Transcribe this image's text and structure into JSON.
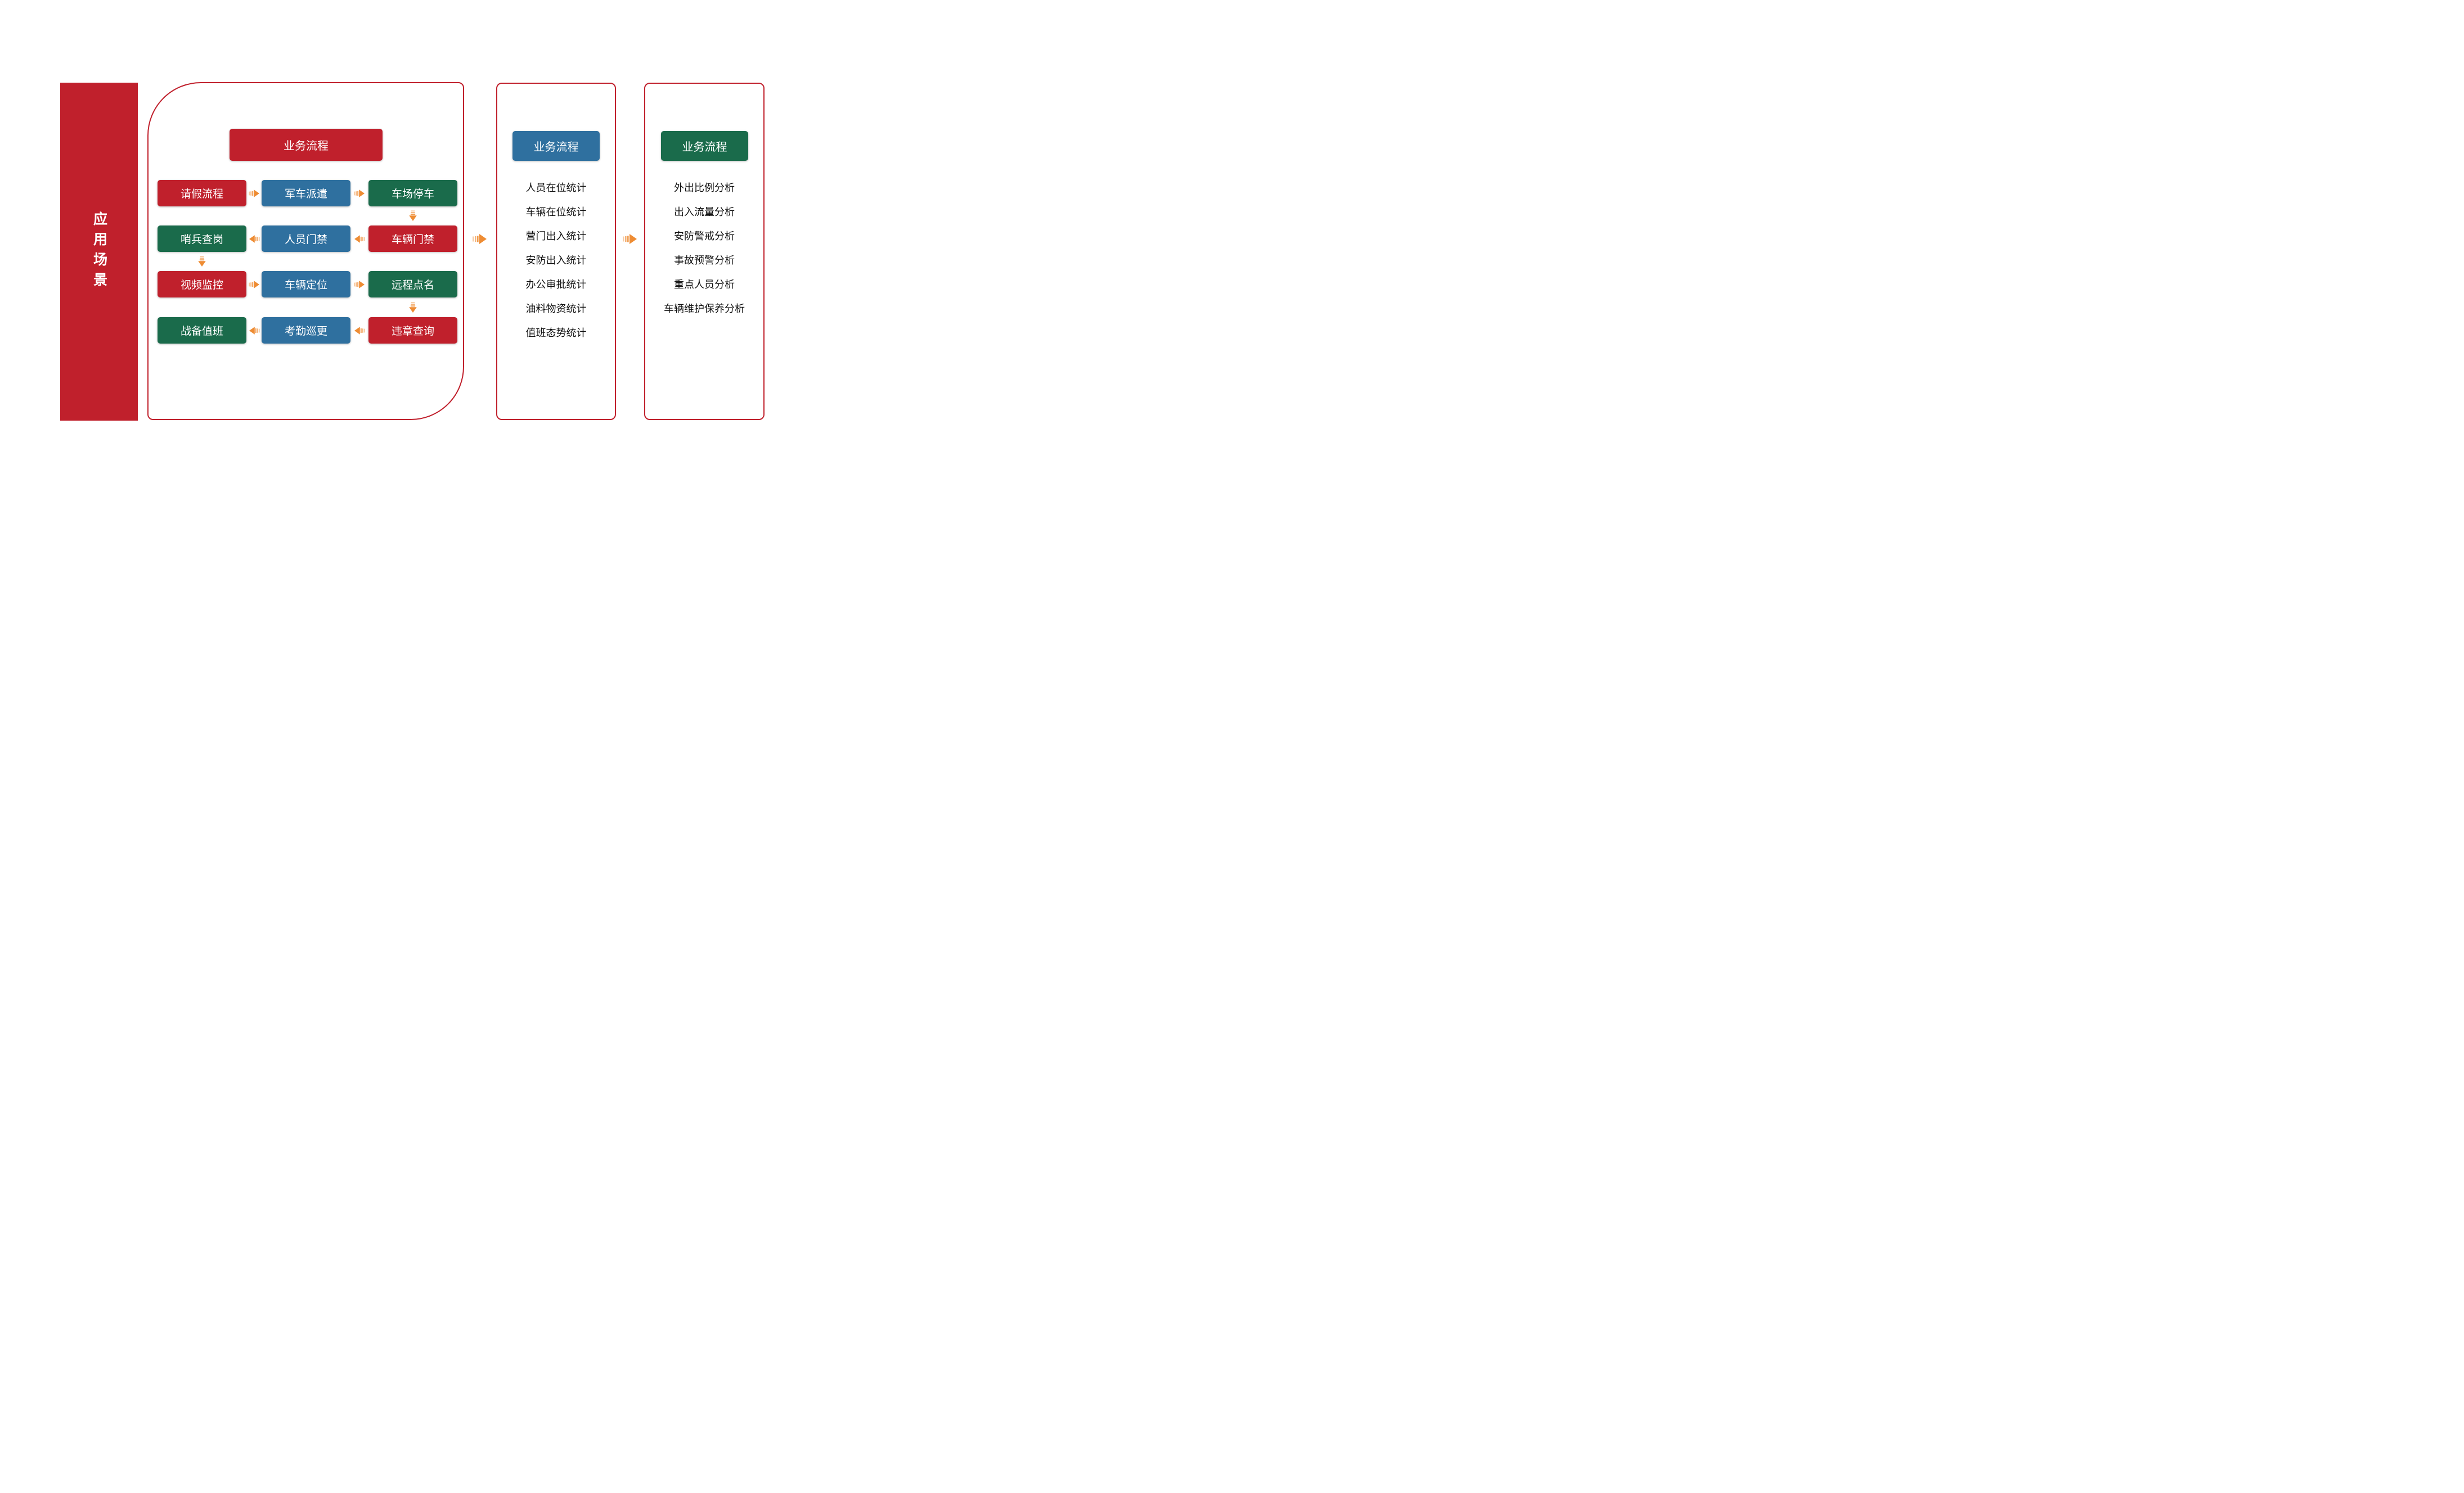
{
  "colors": {
    "red": "#C0202C",
    "blue": "#2F709F",
    "green": "#1A6B4B",
    "orange": "#EE8C33",
    "panel_border": "#C0202C",
    "text_dark": "#111111",
    "text_light": "#FFFFFF"
  },
  "sidebar": {
    "label": "应用场景",
    "color": "red"
  },
  "flow_grid": {
    "header": {
      "label": "业务流程",
      "color": "red"
    },
    "rows": [
      {
        "dir": "right",
        "boxes": [
          {
            "label": "请假流程",
            "color": "red"
          },
          {
            "label": "军车派遣",
            "color": "blue"
          },
          {
            "label": "车场停车",
            "color": "green"
          }
        ]
      },
      {
        "dir": "left",
        "boxes": [
          {
            "label": "哨兵查岗",
            "color": "green"
          },
          {
            "label": "人员门禁",
            "color": "blue"
          },
          {
            "label": "车辆门禁",
            "color": "red"
          }
        ]
      },
      {
        "dir": "right",
        "boxes": [
          {
            "label": "视频监控",
            "color": "red"
          },
          {
            "label": "车辆定位",
            "color": "blue"
          },
          {
            "label": "远程点名",
            "color": "green"
          }
        ]
      },
      {
        "dir": "left",
        "boxes": [
          {
            "label": "战备值班",
            "color": "green"
          },
          {
            "label": "考勤巡更",
            "color": "blue"
          },
          {
            "label": "违章查询",
            "color": "red"
          }
        ]
      }
    ],
    "down_arrows": [
      {
        "after_row": 0,
        "col": 2
      },
      {
        "after_row": 1,
        "col": 0
      },
      {
        "after_row": 2,
        "col": 2
      }
    ]
  },
  "stats_panel": {
    "header": {
      "label": "业务流程",
      "color": "blue"
    },
    "items": [
      "人员在位统计",
      "车辆在位统计",
      "营门出入统计",
      "安防出入统计",
      "办公审批统计",
      "油料物资统计",
      "值班态势统计"
    ]
  },
  "analysis_panel": {
    "header": {
      "label": "业务流程",
      "color": "green"
    },
    "items": [
      "外出比例分析",
      "出入流量分析",
      "安防警戒分析",
      "事故预警分析",
      "重点人员分析",
      "车辆维护保养分析"
    ]
  },
  "connectors": [
    {
      "name": "flow-to-stats",
      "dir": "right"
    },
    {
      "name": "stats-to-analysis",
      "dir": "right"
    }
  ]
}
